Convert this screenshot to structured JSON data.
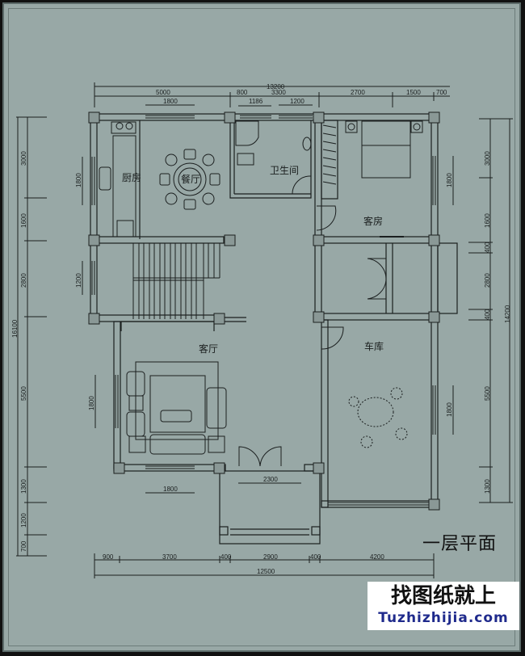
{
  "drawing": {
    "title": "一层平面",
    "background_color": "#98a8a6",
    "line_color": "#1b1f1f"
  },
  "rooms": {
    "kitchen": "厨房",
    "dining": "餐厅",
    "bathroom": "卫生间",
    "guest_room": "客房",
    "living_room": "客厅",
    "garage": "车库"
  },
  "dimensions": {
    "top": {
      "total": "13200",
      "segments": [
        "5000",
        "800",
        "3300",
        "2700",
        "1500",
        "700"
      ],
      "windows": [
        "1800",
        "1186",
        "1200"
      ]
    },
    "bottom": {
      "total": "12500",
      "segments": [
        "900",
        "3700",
        "400",
        "2900",
        "400",
        "4200"
      ],
      "windows": [
        "1800",
        "2300"
      ]
    },
    "left": {
      "total": "16100",
      "segments": [
        "3000",
        "1600",
        "2800",
        "5500",
        "1300",
        "1200",
        "700"
      ],
      "windows": [
        "1800",
        "1200",
        "1800"
      ]
    },
    "right": {
      "total": "14200",
      "segments": [
        "3000",
        "1600",
        "400",
        "2800",
        "400",
        "5500",
        "1300"
      ],
      "windows": [
        "1800",
        "1800"
      ]
    }
  },
  "watermark": {
    "cn": "找图纸就上",
    "en": "Tuzhizhijia.com"
  }
}
